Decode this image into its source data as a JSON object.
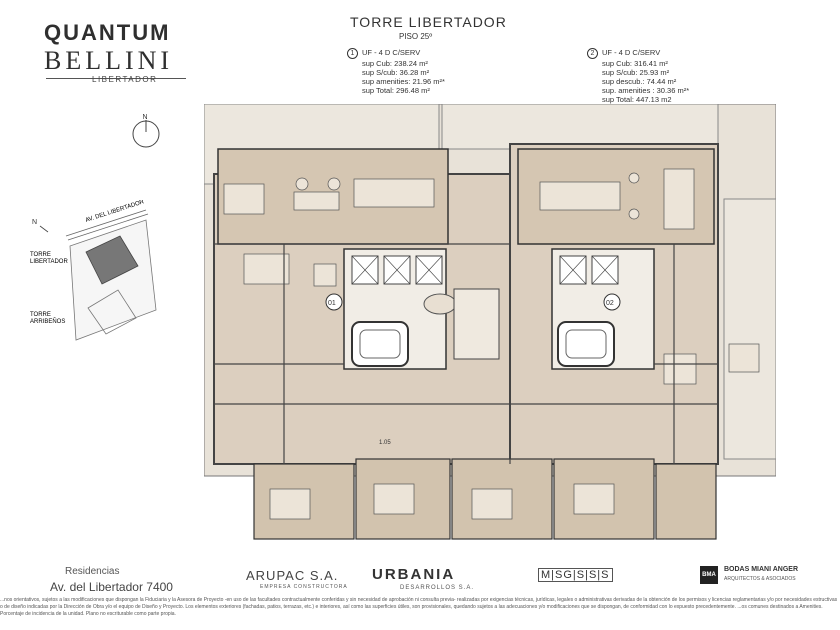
{
  "logo": {
    "line1": "QUANTUM",
    "line2": "BELLINI",
    "line3": "LIBERTADOR"
  },
  "header": {
    "title": "TORRE  LIBERTADOR",
    "floor": "PISO 25º"
  },
  "unit1": {
    "number": "1",
    "lines": [
      "UF - 4 D C/SERV",
      "sup Cub:  238.24 m²",
      "sup S/cub:  36.28 m²",
      "sup amenities:  21.96 m²*",
      "sup Total:  296.48 m²"
    ]
  },
  "unit2": {
    "number": "2",
    "lines": [
      "UF - 4 D C/SERV",
      "sup Cub:  316.41 m²",
      "sup S/cub:  25.93 m²",
      "sup descub.:  74.44 m²",
      "sup. amenities :  30.36 m²*",
      "sup Total:  447.13 m2"
    ]
  },
  "compass": {
    "north": "N"
  },
  "site": {
    "street": "AV. DEL LIBERTADOR",
    "tower1": [
      "TORRE",
      "LIBERTADOR"
    ],
    "tower2": [
      "TORRE",
      "ARRIBEÑOS"
    ],
    "north": "N"
  },
  "plan": {
    "label01": "01",
    "label02": "02",
    "dimension": "1.05"
  },
  "footer": {
    "residencias": "Residencias",
    "address": "Av. del Libertador  7400",
    "arupac": "ARUPAC S.A.",
    "arupac_sub": "EMPRESA CONSTRUCTORA",
    "urbania": "URBANIA",
    "urbania_sub": "DESARROLLOS S.A.",
    "msg": "M|SG|S|S|S",
    "bma_logo": "BMA",
    "bma": "BODAS MIANI ANGER",
    "bma_sub": "ARQUITECTOS & ASOCIADOS",
    "disclaimer": "...nos orientativos, sujetos a las modificaciones que dispongan la Fiduciaria y la Asesora de Proyecto -en uso de las facultades contractualmente conferidas y sin necesidad de aprobación ni consulta previa- realizadas por exigencias técnicas, jurídicas, legales o administrativas derivadas de la obtención de los permisos y licencias reglamentarias y/o por necesidades estructivas o de diseño indicadas por la Dirección de Obra y/o el equipo de Diseño y Proyecto. Los elementos exteriores (fachadas, patios, terrazas, etc.) e interiores, así como las superficies útiles, son provisionales, quedando sujetos a las adecuaciones y/o modificaciones que se dispongan, de conformidad con lo expuesto precedentemente. ...os comunes destinados a Amenities. Porcentaje de incidencia de la unidad. Plano no escriturable como parte propia."
  }
}
